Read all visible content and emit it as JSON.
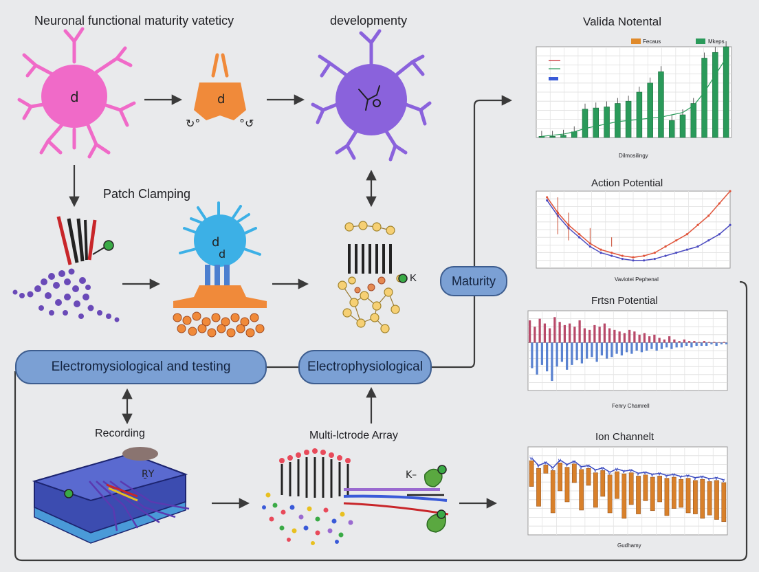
{
  "titles": {
    "neuronal": "Neuronal functional maturity vateticy",
    "development": "developmenty",
    "patch": "Patch Clamping",
    "recording": "Recording",
    "mea": "Multi‑lctrode Array",
    "k_label": "K"
  },
  "boxes": {
    "left": "Electromysiological and testing",
    "middle": "Electrophysiological",
    "maturity": "Maturity"
  },
  "charts": {
    "c1": {
      "title": "Valida Notental",
      "legend": [
        "Fecaus",
        "Mkeps"
      ],
      "xlabel": "Dilmosilingy"
    },
    "c2": {
      "title": "Action Potential",
      "xlabel": "Vaviotei Pephenal"
    },
    "c3": {
      "title": "Frtsn Potential",
      "xlabel": "Fenry Chamrell"
    },
    "c4": {
      "title": "Ion Channelt",
      "xlabel": "Gudhamy"
    }
  },
  "colors": {
    "box_fill": "#7ba0d4",
    "box_border": "#3d5d8f",
    "pink": "#f06ac8",
    "orange": "#f08a3a",
    "purple": "#8a62dc",
    "blue": "#3cb0e6"
  },
  "chart_data": [
    {
      "type": "bar",
      "title": "Valida Notental",
      "legend": [
        "Fecaus",
        "Mkeps"
      ],
      "ylim": [
        0,
        80
      ],
      "series": [
        {
          "name": "Mkeps",
          "values": [
            1,
            1,
            2,
            5,
            25,
            26,
            27,
            30,
            32,
            40,
            48,
            58,
            15,
            20,
            30,
            70,
            75,
            80
          ]
        }
      ],
      "trend": [
        1,
        2,
        3,
        5,
        8,
        10,
        12,
        14,
        15,
        16,
        17,
        18,
        20,
        22,
        28,
        40,
        55,
        70
      ]
    },
    {
      "type": "line",
      "title": "Action Potential",
      "xlim": [
        0,
        18
      ],
      "ylim": [
        -5,
        20
      ],
      "series": [
        {
          "name": "",
          "x": [
            1,
            2,
            3,
            4,
            5,
            6,
            7,
            8,
            9,
            10,
            11,
            12,
            13,
            14,
            15,
            16,
            17,
            18
          ],
          "values": [
            18,
            13,
            9,
            6,
            3,
            1,
            0,
            -1,
            -1.5,
            -1,
            0,
            2,
            4,
            6,
            9,
            12,
            16,
            20
          ]
        },
        {
          "name": "",
          "x": [
            1,
            2,
            3,
            4,
            5,
            6,
            7,
            8,
            9,
            10,
            11,
            12,
            13,
            14,
            15,
            16,
            17,
            18
          ],
          "values": [
            17,
            12,
            8,
            5,
            2,
            0,
            -1,
            -2,
            -2.5,
            -2.5,
            -2,
            -1,
            0,
            1,
            2,
            4,
            6,
            9
          ]
        }
      ]
    },
    {
      "type": "bar",
      "title": "Frtsn Potential",
      "ylim": [
        -30,
        20
      ],
      "series": [
        {
          "name": "",
          "values": [
            14,
            10,
            15,
            12,
            9,
            16,
            13,
            11,
            12,
            10,
            14,
            9,
            8,
            11,
            10,
            12,
            9,
            8,
            7,
            6,
            8,
            7,
            5,
            6,
            4,
            5,
            3,
            2,
            4,
            2,
            1,
            2,
            1,
            1,
            0.5,
            1,
            0.5,
            0.5,
            0.3,
            0.5
          ]
        },
        {
          "name": "",
          "values": [
            -16,
            -20,
            -14,
            -18,
            -24,
            -15,
            -12,
            -17,
            -14,
            -11,
            -13,
            -10,
            -9,
            -12,
            -8,
            -10,
            -9,
            -7,
            -8,
            -6,
            -7,
            -5,
            -6,
            -5,
            -4,
            -5,
            -4,
            -3,
            -4,
            -3,
            -3,
            -2,
            -3,
            -2,
            -2,
            -2,
            -1,
            -2,
            -1,
            -1
          ]
        }
      ]
    },
    {
      "type": "bar",
      "title": "Ion Channelt",
      "ylim": [
        0,
        160
      ],
      "series": [
        {
          "name": "",
          "values": [
            88,
            52,
            112,
            40,
            80,
            60,
            95,
            45,
            90,
            50,
            70,
            40,
            66,
            30,
            55,
            38,
            62,
            44,
            60,
            35,
            48,
            50,
            40,
            38,
            30,
            36,
            28,
            24
          ]
        },
        {
          "name": "",
          "values": [
            140,
            126,
            132,
            122,
            136,
            128,
            134,
            124,
            126,
            118,
            122,
            114,
            120,
            116,
            118,
            112,
            114,
            110,
            112,
            108,
            110,
            106,
            108,
            104,
            106,
            102,
            104,
            100
          ]
        }
      ]
    }
  ]
}
